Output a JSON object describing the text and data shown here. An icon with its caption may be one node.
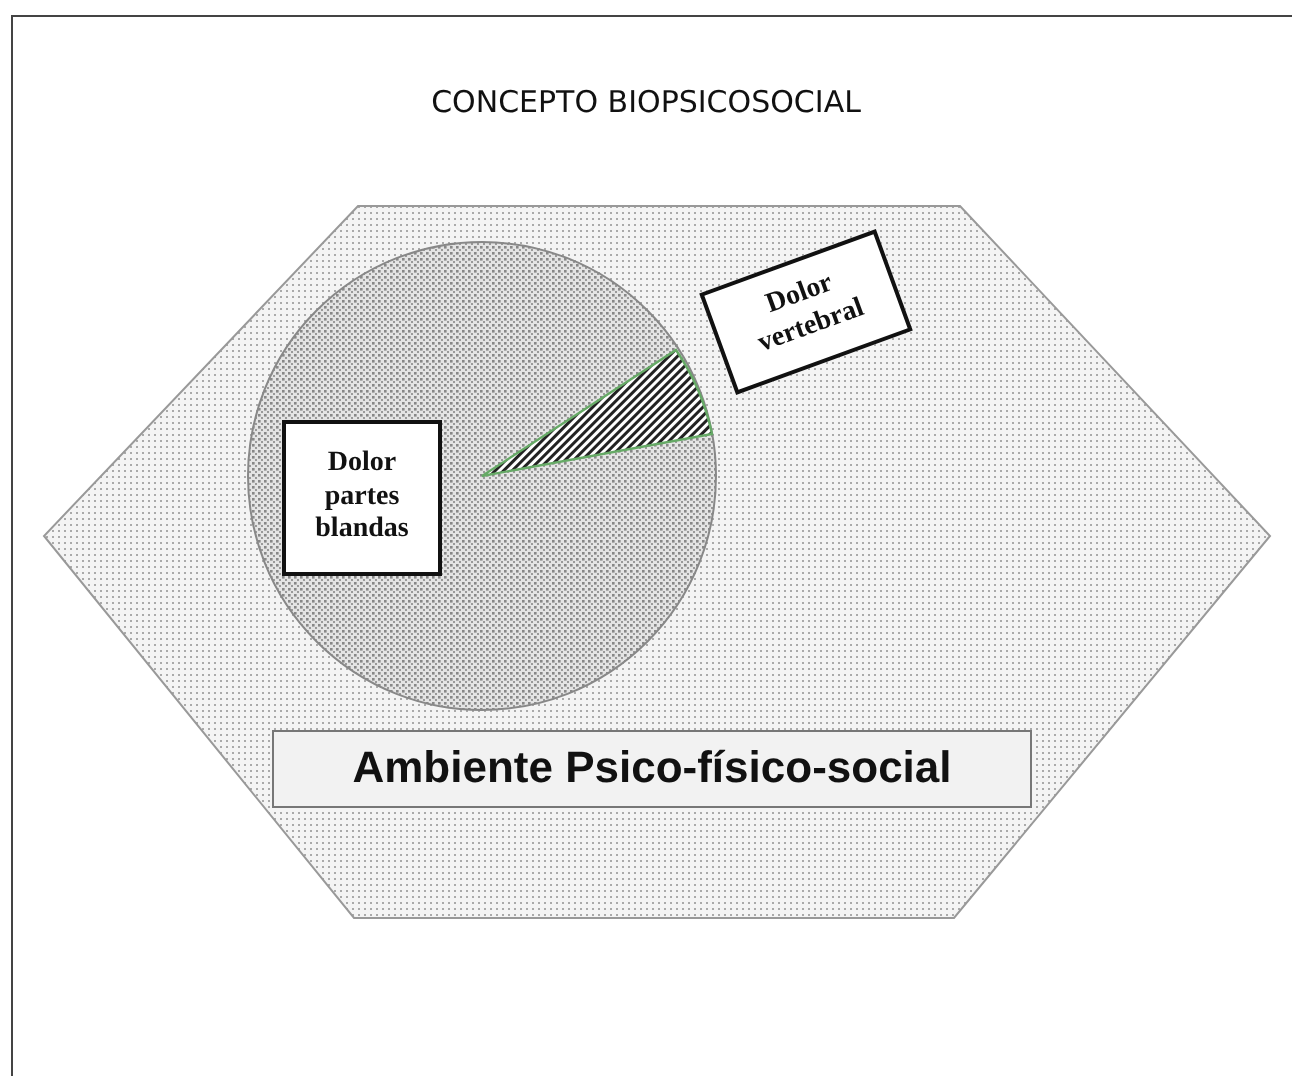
{
  "diagram": {
    "title": "CONCEPTO BIOPSICOSOCIAL",
    "nodes": [
      {
        "text": [],
        "shape": "hexagon"
      },
      {
        "text": [],
        "shape": "circle",
        "in": 0
      },
      {
        "text": [
          "Dolor partes blandas"
        ],
        "in": 1
      },
      {
        "text": [
          "Dolor vertebral"
        ],
        "in": 0
      },
      {
        "text": [
          "Ambiente Psico-físico-social"
        ],
        "in": 0
      },
      {
        "text": [],
        "shape": "slice",
        "in": 1
      }
    ]
  }
}
